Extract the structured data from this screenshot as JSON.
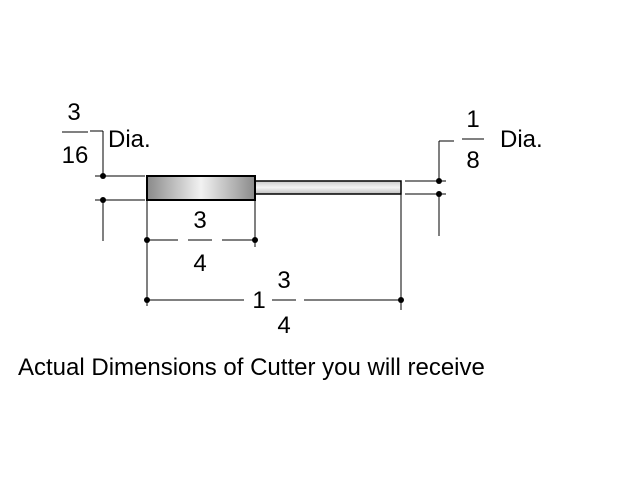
{
  "small_dia": {
    "numerator": "3",
    "denominator": "16",
    "suffix": "Dia."
  },
  "large_dia": {
    "numerator": "1",
    "denominator": "8",
    "suffix": "Dia."
  },
  "head_length": {
    "numerator": "3",
    "denominator": "4"
  },
  "total_length": {
    "whole": "1",
    "numerator": "3",
    "denominator": "4"
  },
  "caption": "Actual Dimensions of Cutter you will receive",
  "colors": {
    "ink": "#000000",
    "shank": "#d9d9d9",
    "head_dark": "#8a8a8a",
    "head_light": "#f0f0f0"
  }
}
